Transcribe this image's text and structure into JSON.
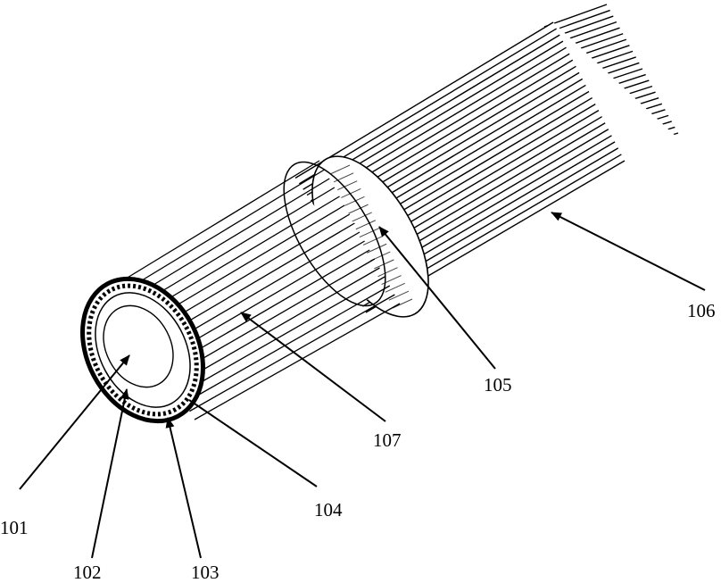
{
  "labels": {
    "l101": "101",
    "l102": "102",
    "l103": "103",
    "l104": "104",
    "l105": "105",
    "l106": "106",
    "l107": "107"
  },
  "colors": {
    "ink": "#000000",
    "paper": "#ffffff",
    "shading": "#777777"
  }
}
